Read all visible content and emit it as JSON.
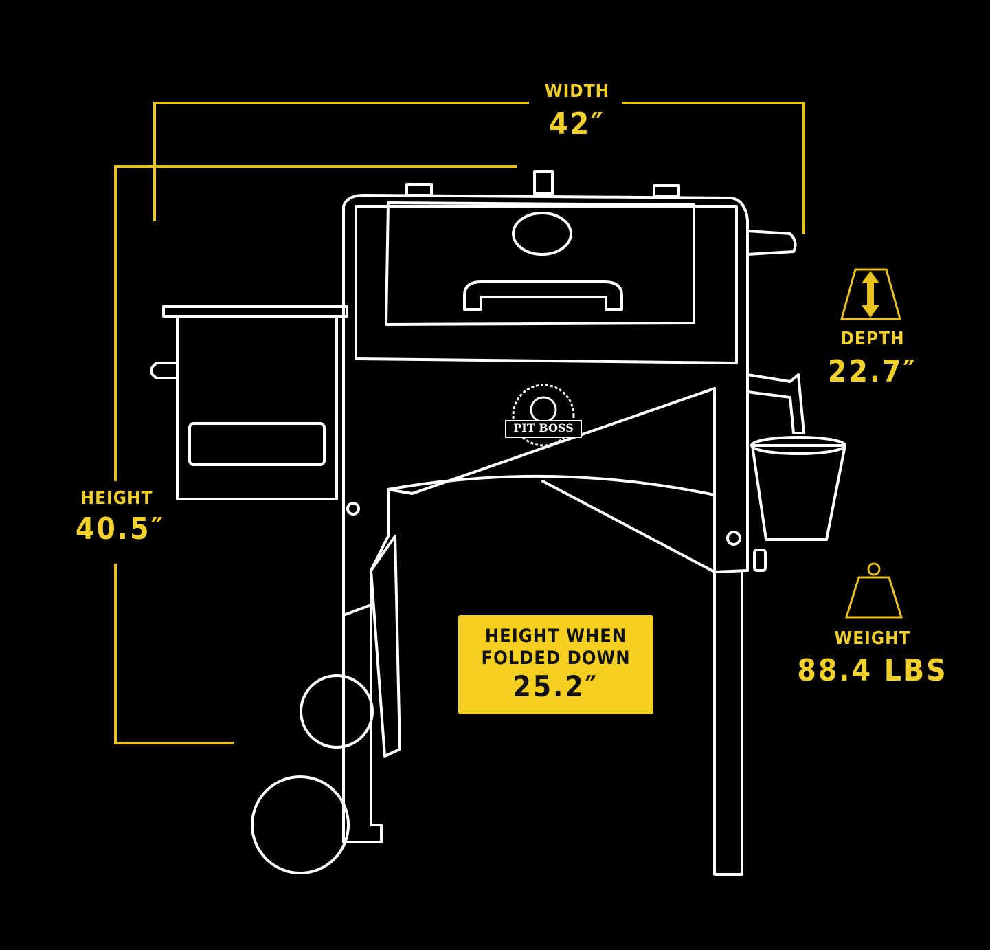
{
  "dimensions": {
    "width": {
      "caption": "WIDTH",
      "value": "42″"
    },
    "height": {
      "caption": "HEIGHT",
      "value": "40.5″"
    },
    "depth": {
      "caption": "DEPTH",
      "value": "22.7″",
      "icon": "depth-arrow-icon"
    },
    "weight": {
      "caption": "WEIGHT",
      "value": "88.4 LBS",
      "icon": "weight-icon"
    }
  },
  "folded": {
    "line1": "HEIGHT WHEN",
    "line2": "FOLDED DOWN",
    "value": "25.2″"
  },
  "logo": {
    "text": "PIT BOSS"
  },
  "colors": {
    "accent": "#f2d02a",
    "background": "#000000",
    "outline": "#ffffff"
  }
}
